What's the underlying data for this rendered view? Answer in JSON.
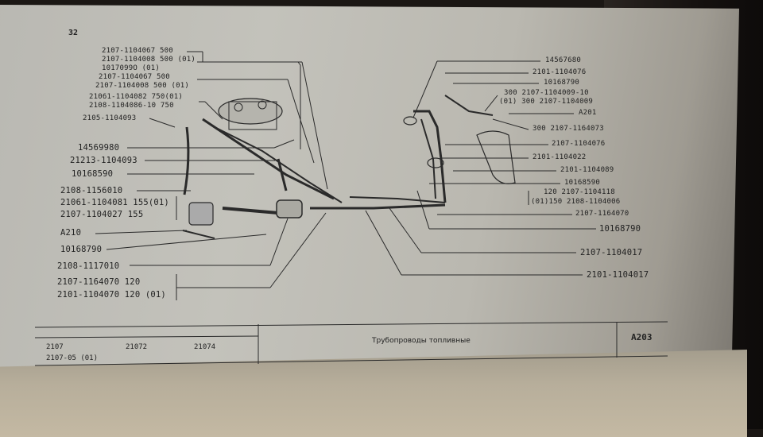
{
  "page_number": "32",
  "labels_left": [
    "2107-1104067 500",
    "2107-1104008 500 (01)",
    "1017099O (01)",
    "2107-1104067 500",
    "2107-1104008 500 (01)",
    "21061-1104082 750(01)",
    "2108-1104086-10 750",
    "2105-1104093",
    "14569980",
    "21213-1104093",
    "10168590",
    "2108-1156010",
    "21061-1104081 155(01)",
    "2107-1104027  155",
    "A210",
    "10168790",
    "2108-1117010",
    "2107-1164070 120",
    "2101-1104070 120 (01)"
  ],
  "labels_right": [
    "14567680",
    "2101-1104076",
    "10168790",
    "300 2107-1104009-10",
    "(01) 300 2107-1104009",
    "A201",
    "300 2107-1164073",
    "2107-1104076",
    "2101-1104022",
    "2101-1104089",
    "10168590",
    "120 2107-1104118",
    "(01)150 2108-1104006",
    "2107-1164070",
    "10168790",
    "2107-1104017",
    "2101-1104017"
  ],
  "title_block": {
    "models": [
      "2107",
      "21072",
      "21074",
      "2107-05 (01)"
    ],
    "title": "Трубопроводы топливные",
    "sheet_code": "A203"
  }
}
